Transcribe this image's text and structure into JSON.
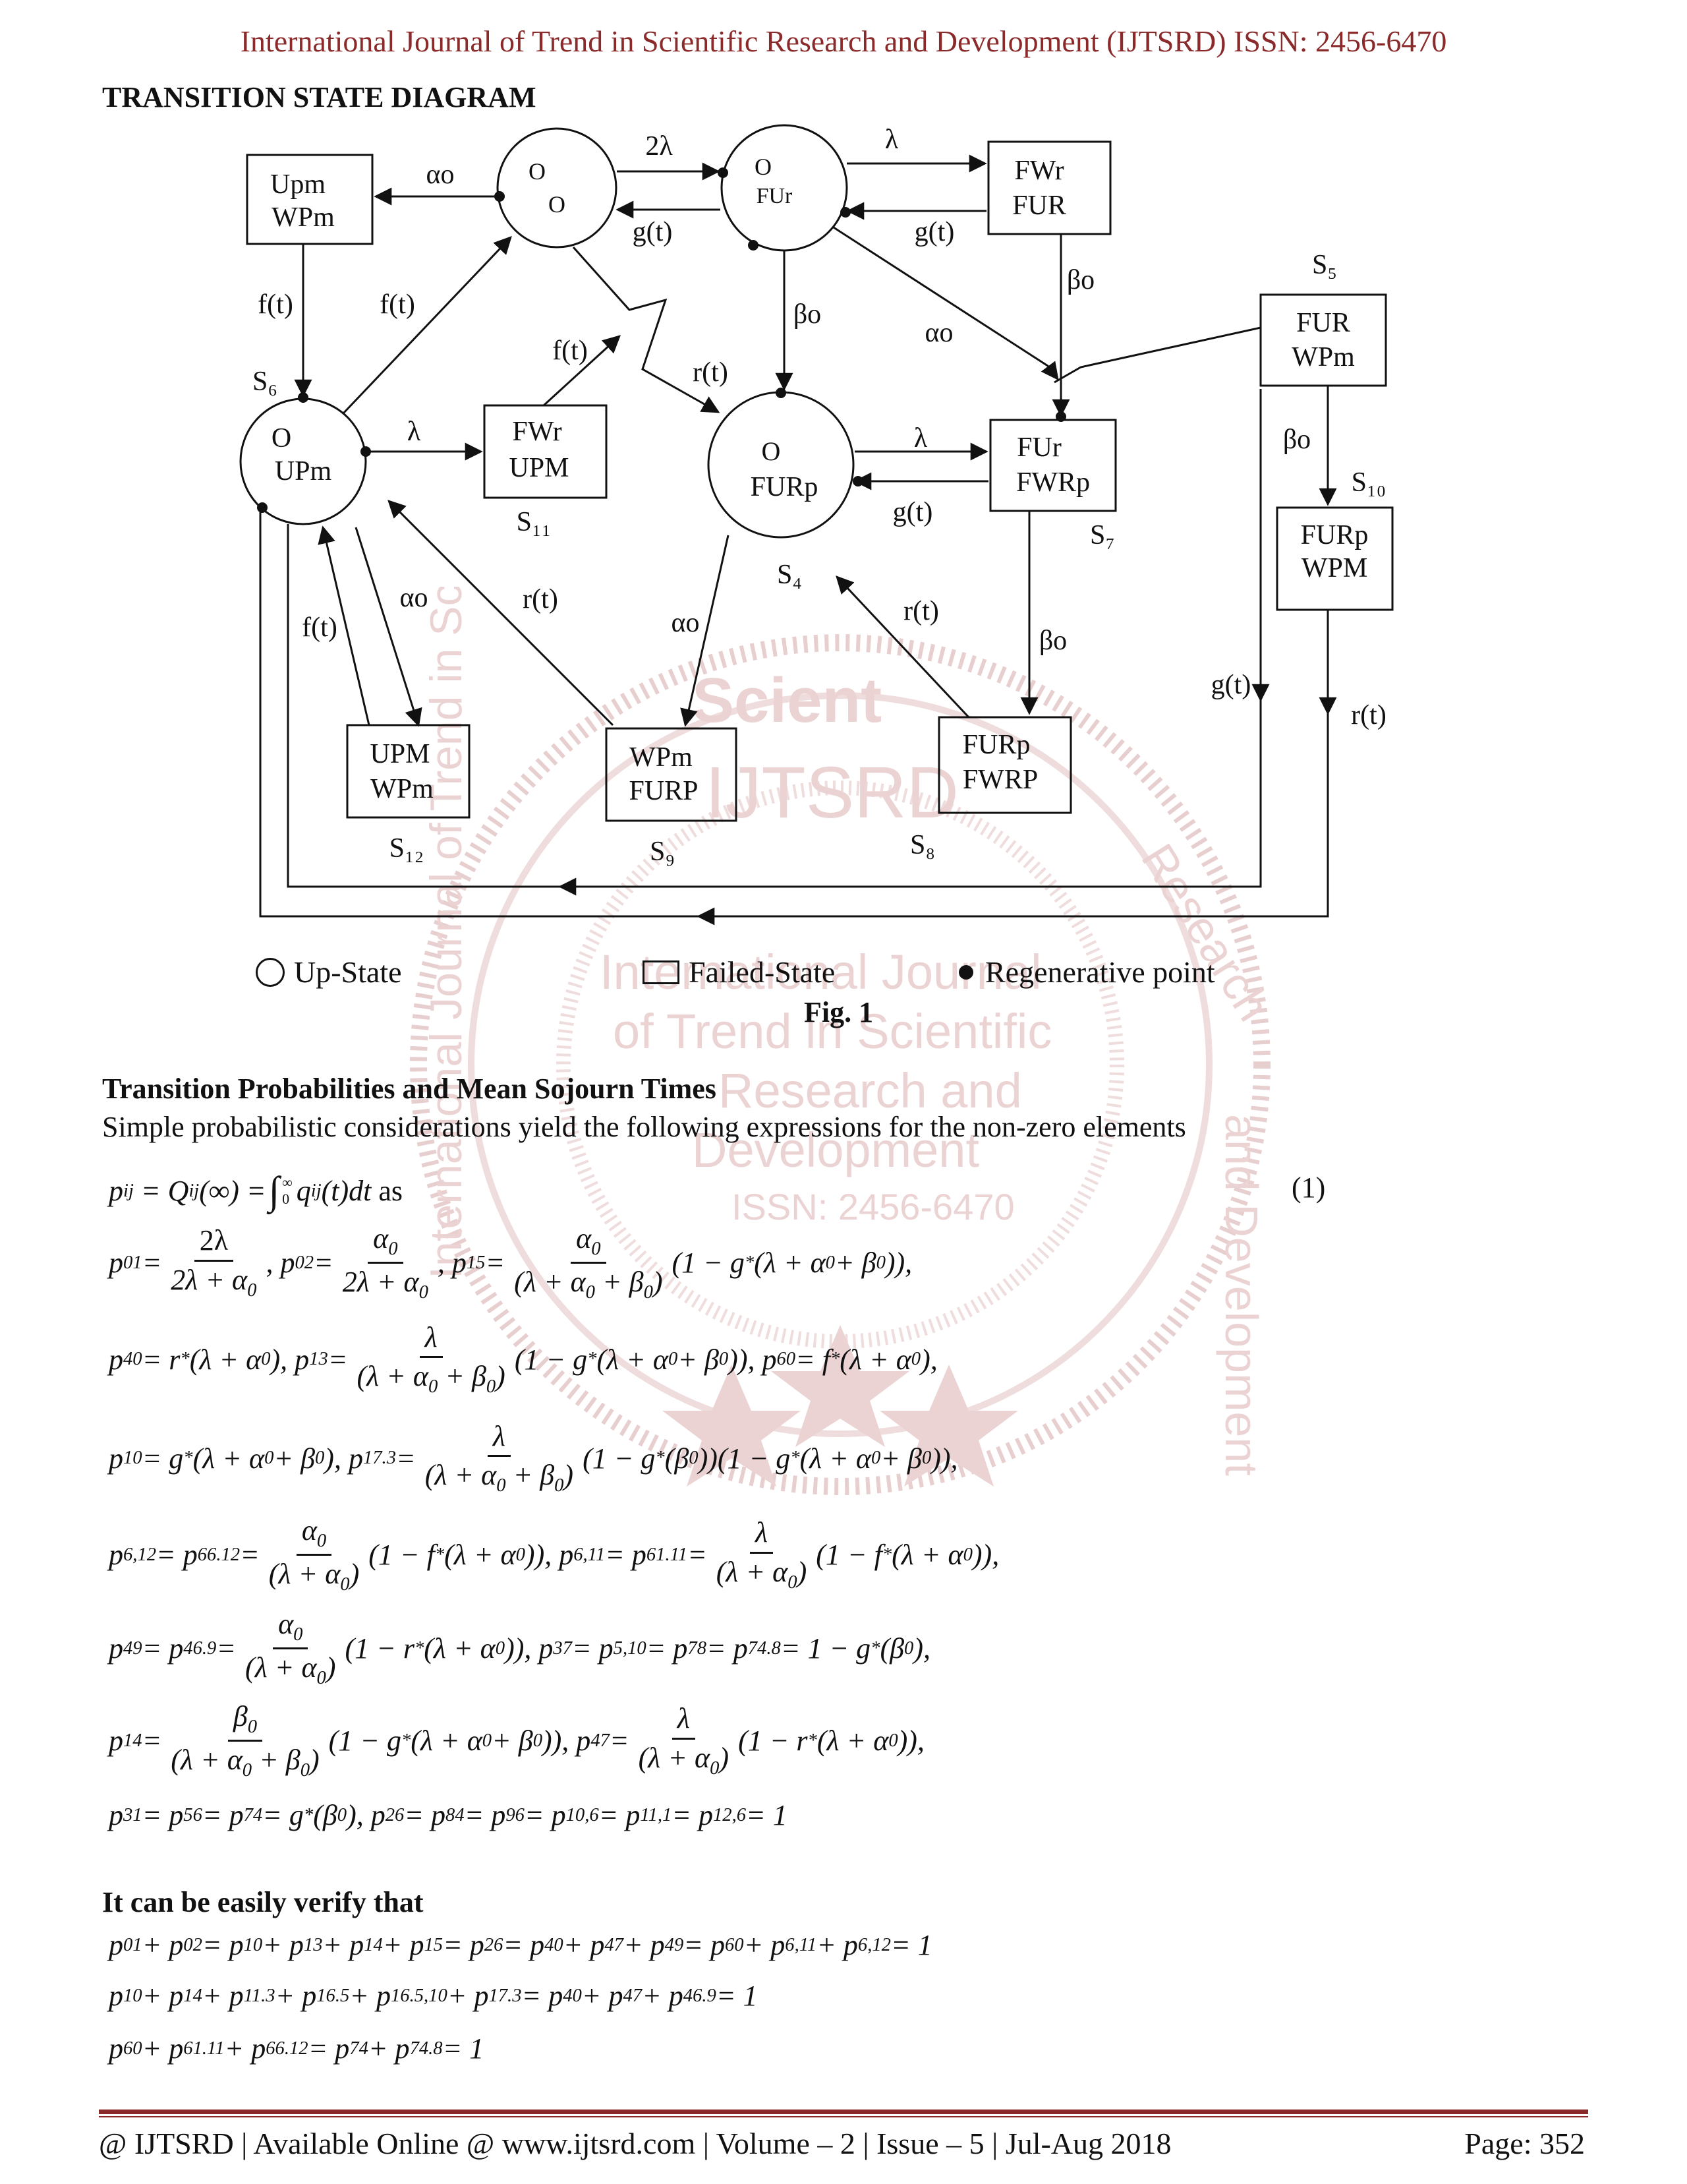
{
  "header": {
    "journal_line": "International Journal of Trend in Scientific Research and Development (IJTSRD) ISSN: 2456-6470"
  },
  "section_transition_diagram": "TRANSITION STATE DIAGRAM",
  "diagram": {
    "states": {
      "s_upm_wpm": [
        "Upm",
        "WPm"
      ],
      "s0": [
        "O",
        "O"
      ],
      "s1": [
        "O",
        "FUr"
      ],
      "s3": [
        "FWr",
        "FUR"
      ],
      "s5": [
        "FUR",
        "WPm"
      ],
      "s6": [
        "O",
        "UPm"
      ],
      "s11": [
        "FWr",
        "UPM"
      ],
      "s4": [
        "O",
        "FURp"
      ],
      "s7": [
        "FUr",
        "FWRp"
      ],
      "s10": [
        "FURp",
        "WPM"
      ],
      "s12": [
        "UPM",
        "WPm"
      ],
      "s9": [
        "WPm",
        "FURP"
      ],
      "s8": [
        "FURp",
        "FWRP"
      ]
    },
    "state_labels": {
      "s5": "S₅",
      "s6": "S₆",
      "s11": "S₁₁",
      "s4": "S₄",
      "s7": "S₇",
      "s10": "S₁₀",
      "s12": "S₁₂",
      "s9": "S₉",
      "s8": "S₈"
    },
    "edge_labels": {
      "alpha_top": "αo",
      "two_lambda": "2λ",
      "g_t_top": "g(t)",
      "lambda_top": "λ",
      "g_t_top2": "g(t)",
      "beta_s3": "βo",
      "f_t_left": "f(t)",
      "f_t_mid": "f(t)",
      "f_t_center": "f(t)",
      "r_t_center": "r(t)",
      "beta_s1": "βo",
      "alpha_s1": "αo",
      "lambda_s6": "λ",
      "lambda_s4": "λ",
      "g_t_s4": "g(t)",
      "beta_s5": "βo",
      "alpha_s6": "αo",
      "f_t_s12": "f(t)",
      "r_t_s9": "r(t)",
      "alpha_s4": "αo",
      "r_t_s8": "r(t)",
      "beta_s7": "βo",
      "g_t_right": "g(t)",
      "r_t_right": "r(t)"
    },
    "watermark": [
      "Scient",
      "IJTSRD",
      "International Journal",
      "of Trend in Scientific",
      "Research and",
      "Development",
      "ISSN: 2456-6470",
      "Research",
      "and Development",
      "International Journal of Trend in Scientific Research and Development"
    ]
  },
  "legend": {
    "up_state": "Up-State",
    "failed_state": "Failed-State",
    "regenerative": "Regenerative point"
  },
  "figure_caption": "Fig. 1",
  "section_transition_prob": "Transition Probabilities and Mean Sojourn Times",
  "intro_text": "Simple probabilistic considerations yield the following expressions for the non-zero elements",
  "eq_number": "(1)",
  "section_verify": "It can be easily verify that",
  "footer": {
    "left": "@ IJTSRD  |  Available Online @ www.ijtsrd.com  |  Volume – 2  |  Issue – 5  | Jul-Aug 2018",
    "right": "Page: 352"
  }
}
